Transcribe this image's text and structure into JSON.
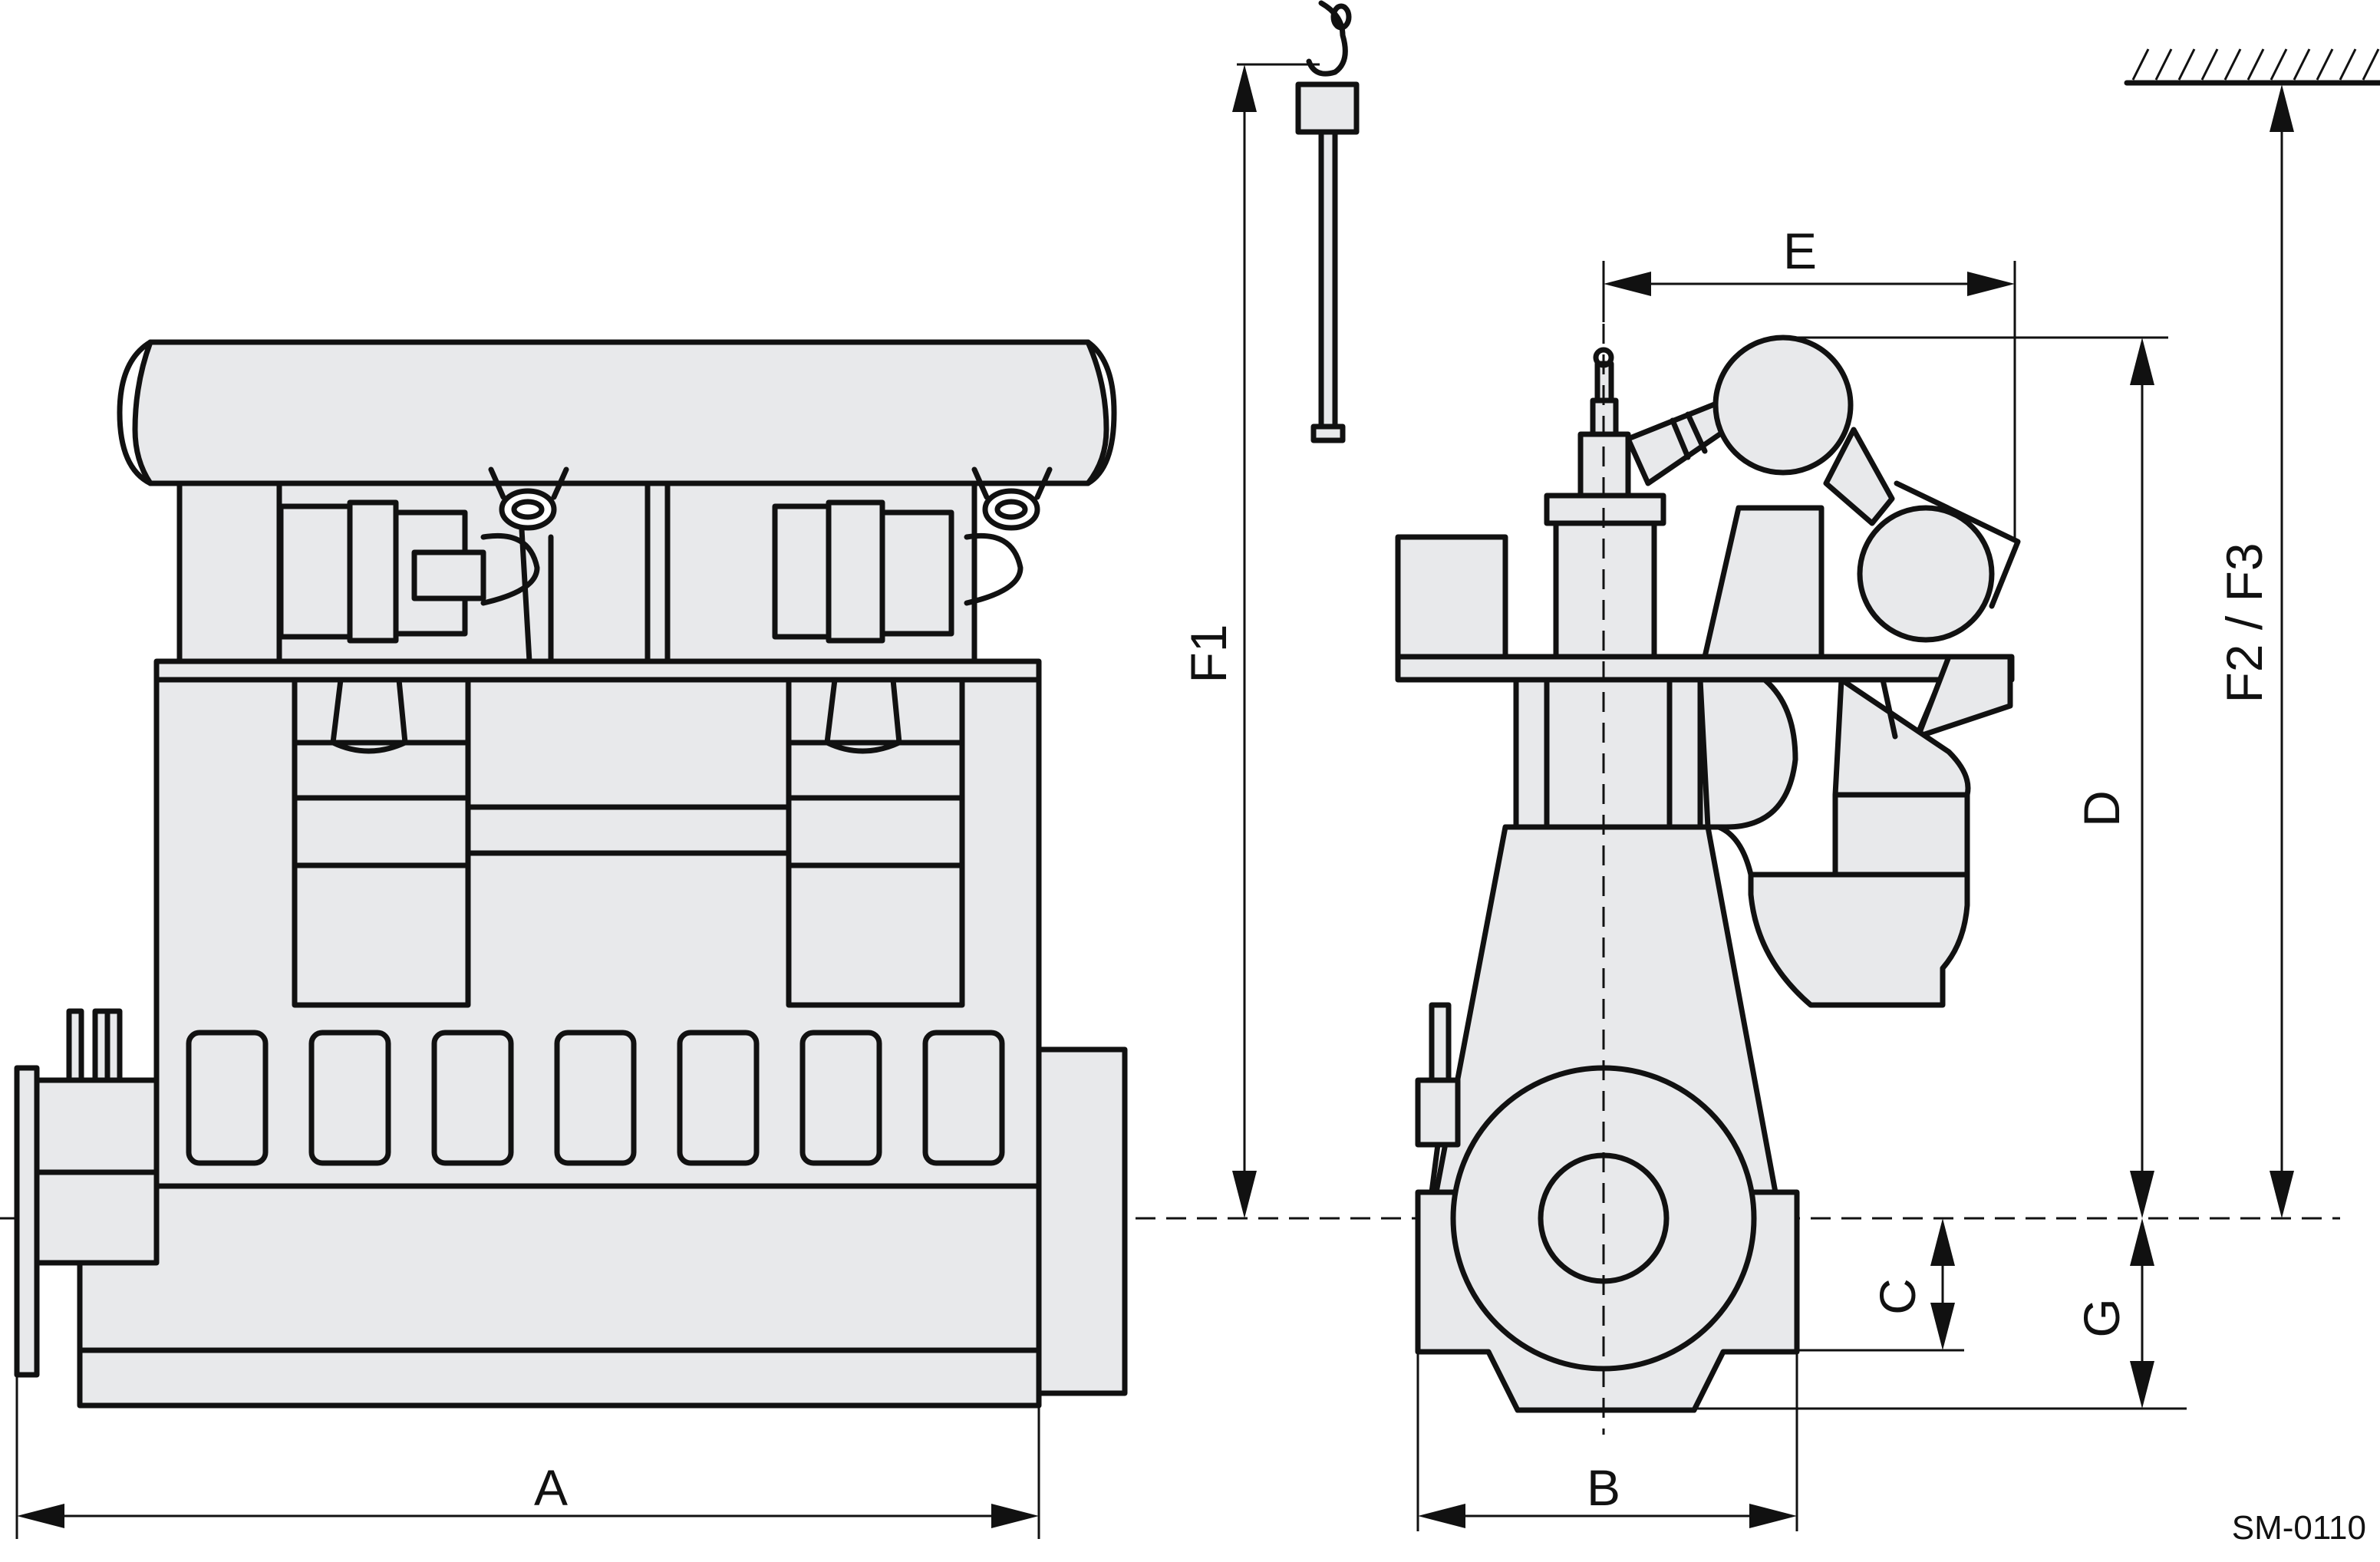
{
  "labels": {
    "A": "A",
    "B": "B",
    "C": "C",
    "D": "D",
    "E": "E",
    "F1": "F1",
    "F2F3": "F2 / F3",
    "G": "G"
  },
  "drawing_code": "SM-0110",
  "colors": {
    "engine_fill": "#e8e9eb",
    "line": "#111111",
    "background": "#ffffff"
  }
}
